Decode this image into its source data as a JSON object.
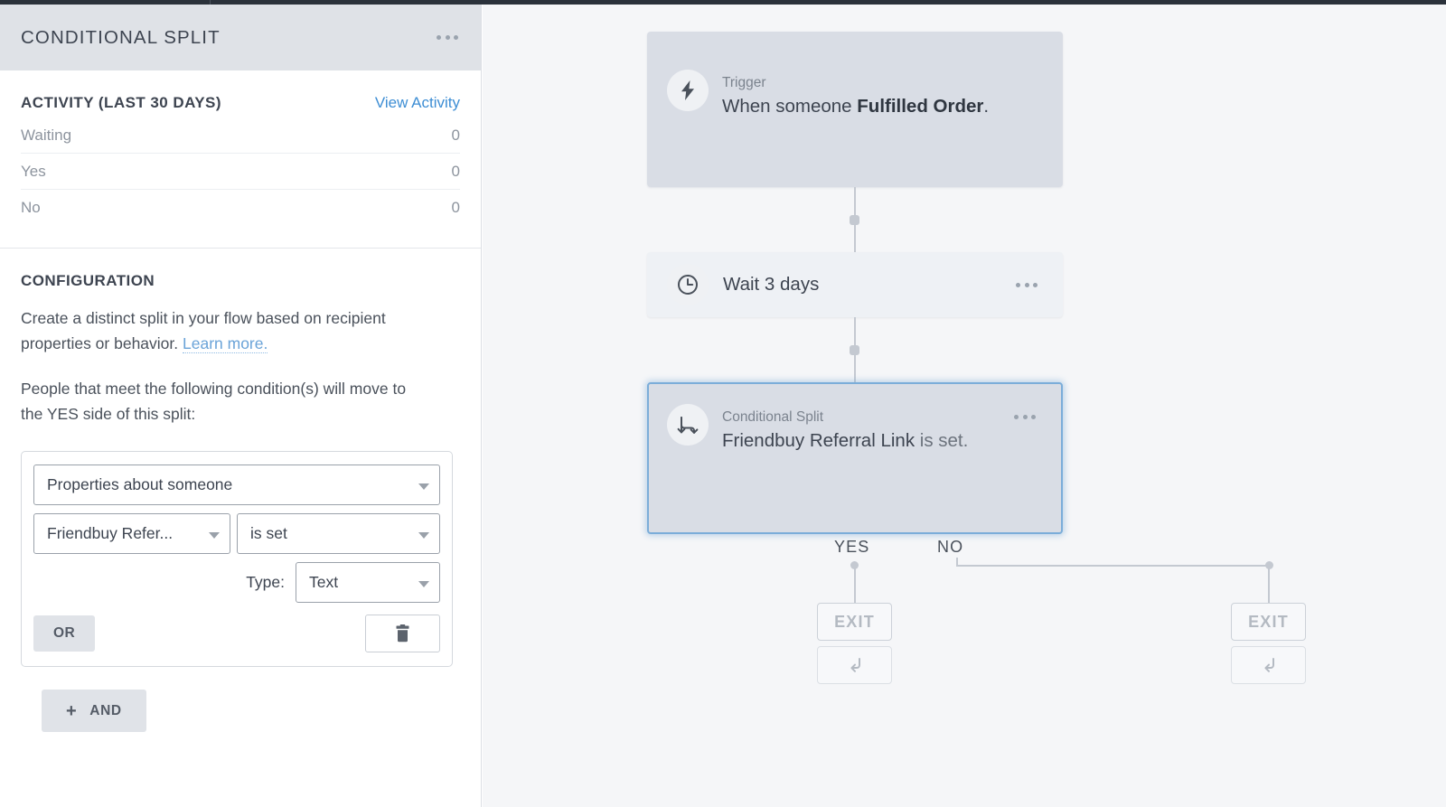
{
  "panel": {
    "title": "CONDITIONAL SPLIT",
    "menu_icon": "ellipsis-icon",
    "activity": {
      "title": "ACTIVITY (LAST 30 DAYS)",
      "link_label": "View Activity",
      "rows": [
        {
          "label": "Waiting",
          "value": "0"
        },
        {
          "label": "Yes",
          "value": "0"
        },
        {
          "label": "No",
          "value": "0"
        }
      ]
    },
    "configuration": {
      "title": "CONFIGURATION",
      "description_before_link": "Create a distinct split in your flow based on recipient properties or behavior. ",
      "link_label": "Learn more.",
      "instruction": "People that meet the following condition(s) will move to the YES side of this split:",
      "condition": {
        "subject_select": "Properties about someone",
        "property_select": "Friendbuy Refer...",
        "operator_select": "is set",
        "type_label": "Type:",
        "type_select": "Text",
        "or_button": "OR",
        "delete_icon": "trash-icon"
      },
      "and_button": "AND",
      "and_plus": "+"
    }
  },
  "canvas": {
    "nodes": [
      {
        "id": "trigger",
        "kicker": "Trigger",
        "text_prefix": "When someone ",
        "text_strong": "Fulfilled Order",
        "text_suffix": ".",
        "icon": "lightning-bolt-icon"
      },
      {
        "id": "wait",
        "text": "Wait 3 days",
        "icon": "clock-icon",
        "menu_icon": "ellipsis-icon"
      },
      {
        "id": "split",
        "kicker": "Conditional Split",
        "text_strong": "Friendbuy Referral Link",
        "text_suffix": " is set.",
        "icon": "split-branch-icon",
        "menu_icon": "ellipsis-icon",
        "selected": true
      }
    ],
    "branches": [
      {
        "label": "YES",
        "exit_label": "EXIT",
        "return_icon": "return-arrow-icon"
      },
      {
        "label": "NO",
        "exit_label": "EXIT",
        "return_icon": "return-arrow-icon"
      }
    ]
  },
  "colors": {
    "accent_link": "#3e8ed4",
    "node_fill": "#d9dde5",
    "wait_fill": "#eef1f5",
    "selected_border": "#7badd9",
    "canvas_bg": "#f5f6f8",
    "panel_header_bg": "#dfe2e7",
    "topbar": "#2b323b"
  }
}
